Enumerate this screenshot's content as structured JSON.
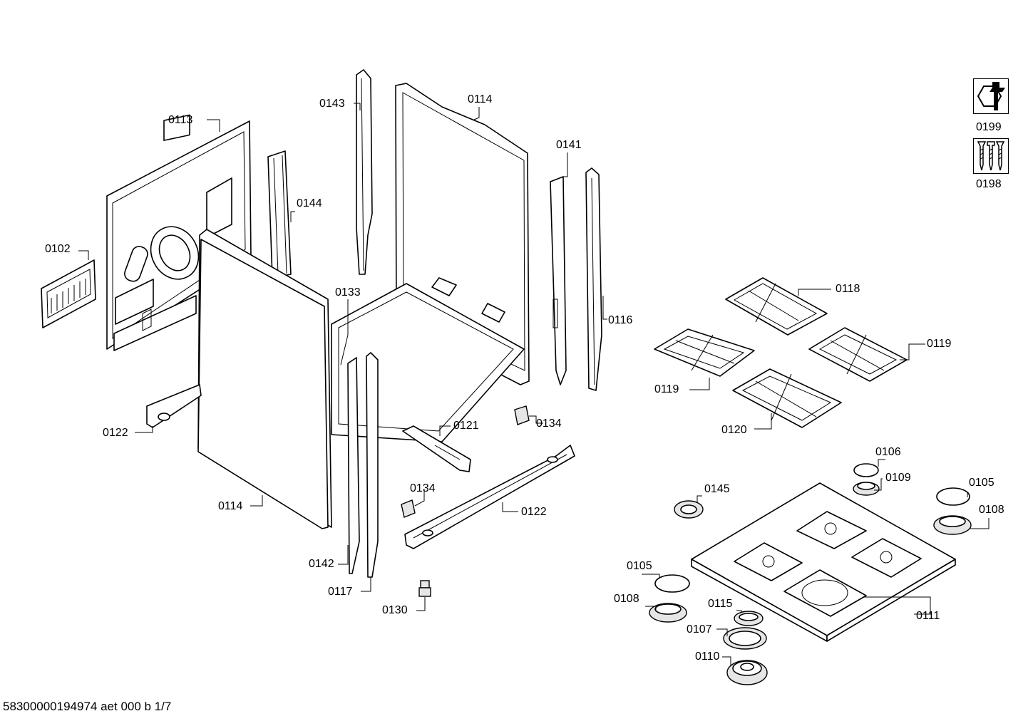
{
  "labels": {
    "p0113": "0113",
    "p0143": "0143",
    "p0114_top": "0114",
    "p0141": "0141",
    "p0144": "0144",
    "p0102": "0102",
    "p0133": "0133",
    "p0116": "0116",
    "p0118": "0118",
    "p0119_right": "0119",
    "p0119_left": "0119",
    "p0120": "0120",
    "p0121": "0121",
    "p0134_upper": "0134",
    "p0122_left": "0122",
    "p0134_lower": "0134",
    "p0122_right": "0122",
    "p0114_bottom": "0114",
    "p0142": "0142",
    "p0117": "0117",
    "p0130": "0130",
    "p0106": "0106",
    "p0109": "0109",
    "p0105_right": "0105",
    "p0108_right": "0108",
    "p0145": "0145",
    "p0105_left": "0105",
    "p0108_left": "0108",
    "p0115": "0115",
    "p0107": "0107",
    "p0110": "0110",
    "p0111": "0111",
    "p0199": "0199",
    "p0198": "0198"
  },
  "icons": {
    "service_tool": "wrench-nut-icon",
    "screws": "screws-icon"
  },
  "footer": {
    "document_id": "58300000194974 aet 000 b 1/7"
  }
}
